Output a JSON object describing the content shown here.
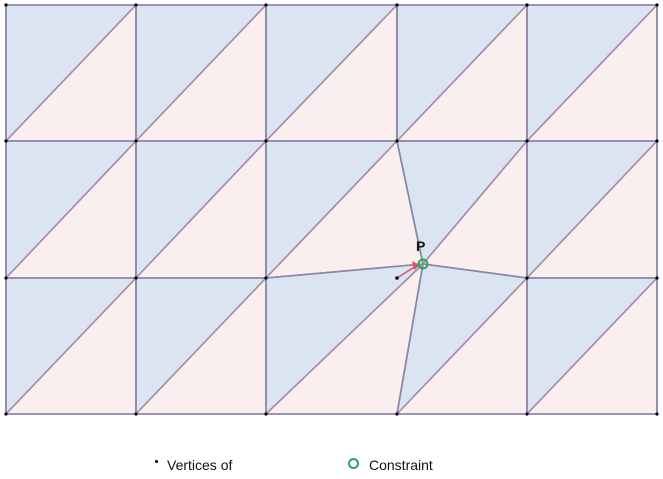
{
  "colors": {
    "triangle_blue": "#dbe5f2",
    "triangle_pink": "#fbeeee",
    "edge": "#a48ca8",
    "edge_dark": "#8a86a8",
    "vertex": "#000000",
    "constraint": "#2aa65a",
    "arrow": "#e0506a"
  },
  "point_label": "P",
  "legend": {
    "vertices_label": "Vertices of",
    "constraint_label": "Constraint"
  }
}
